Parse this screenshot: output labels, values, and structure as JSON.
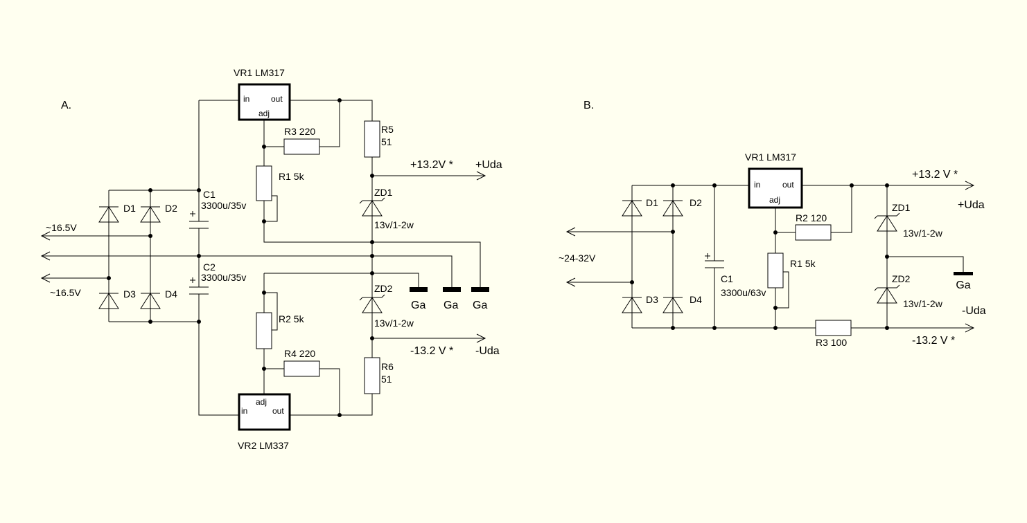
{
  "circuit_a": {
    "label": "A.",
    "vr1": {
      "name": "VR1  LM317",
      "pin_in": "in",
      "pin_out": "out",
      "pin_adj": "adj"
    },
    "vr2": {
      "name": "VR2    LM337",
      "pin_in": "in",
      "pin_out": "out",
      "pin_adj": "adj"
    },
    "r3": "R3   220",
    "r1": "R1   5k",
    "r5": {
      "name": "R5",
      "value": "51"
    },
    "c1": {
      "name": "C1",
      "value": "3300u/35v"
    },
    "c2": {
      "name": "C2",
      "value": "3300u/35v"
    },
    "d1": "D1",
    "d2": "D2",
    "d3": "D3",
    "d4": "D4",
    "zd1": {
      "name": "ZD1",
      "value": "13v/1-2w"
    },
    "zd2": {
      "name": "ZD2",
      "value": "13v/1-2w"
    },
    "r2": "R2   5k",
    "r4": "R4   220",
    "r6": {
      "name": "R6",
      "value": "51"
    },
    "input_top": "~16.5V",
    "input_bottom": "~16.5V",
    "out_pos_voltage": "+13.2V *",
    "out_pos_label": "+Uda",
    "out_neg_voltage": "-13.2 V *",
    "out_neg_label": "-Uda",
    "gnd_labels": [
      "Ga",
      "Ga",
      "Ga"
    ]
  },
  "circuit_b": {
    "label": "B.",
    "vr1": {
      "name": "VR1  LM317",
      "pin_in": "in",
      "pin_out": "out",
      "pin_adj": "adj"
    },
    "d1": "D1",
    "d2": "D2",
    "d3": "D3",
    "d4": "D4",
    "c1": {
      "name": "C1",
      "value": "3300u/63v"
    },
    "r2": "R2    120",
    "r1": "R1    5k",
    "r3": "R3 100",
    "zd1": {
      "name": "ZD1",
      "value": "13v/1-2w"
    },
    "zd2": {
      "name": "ZD2",
      "value": "13v/1-2w"
    },
    "input": "~24-32V",
    "out_pos_voltage": "+13.2 V *",
    "out_pos_label": "+Uda",
    "out_neg_voltage": "-13.2 V *",
    "out_neg_label": "-Uda",
    "gnd_label": "Ga"
  }
}
